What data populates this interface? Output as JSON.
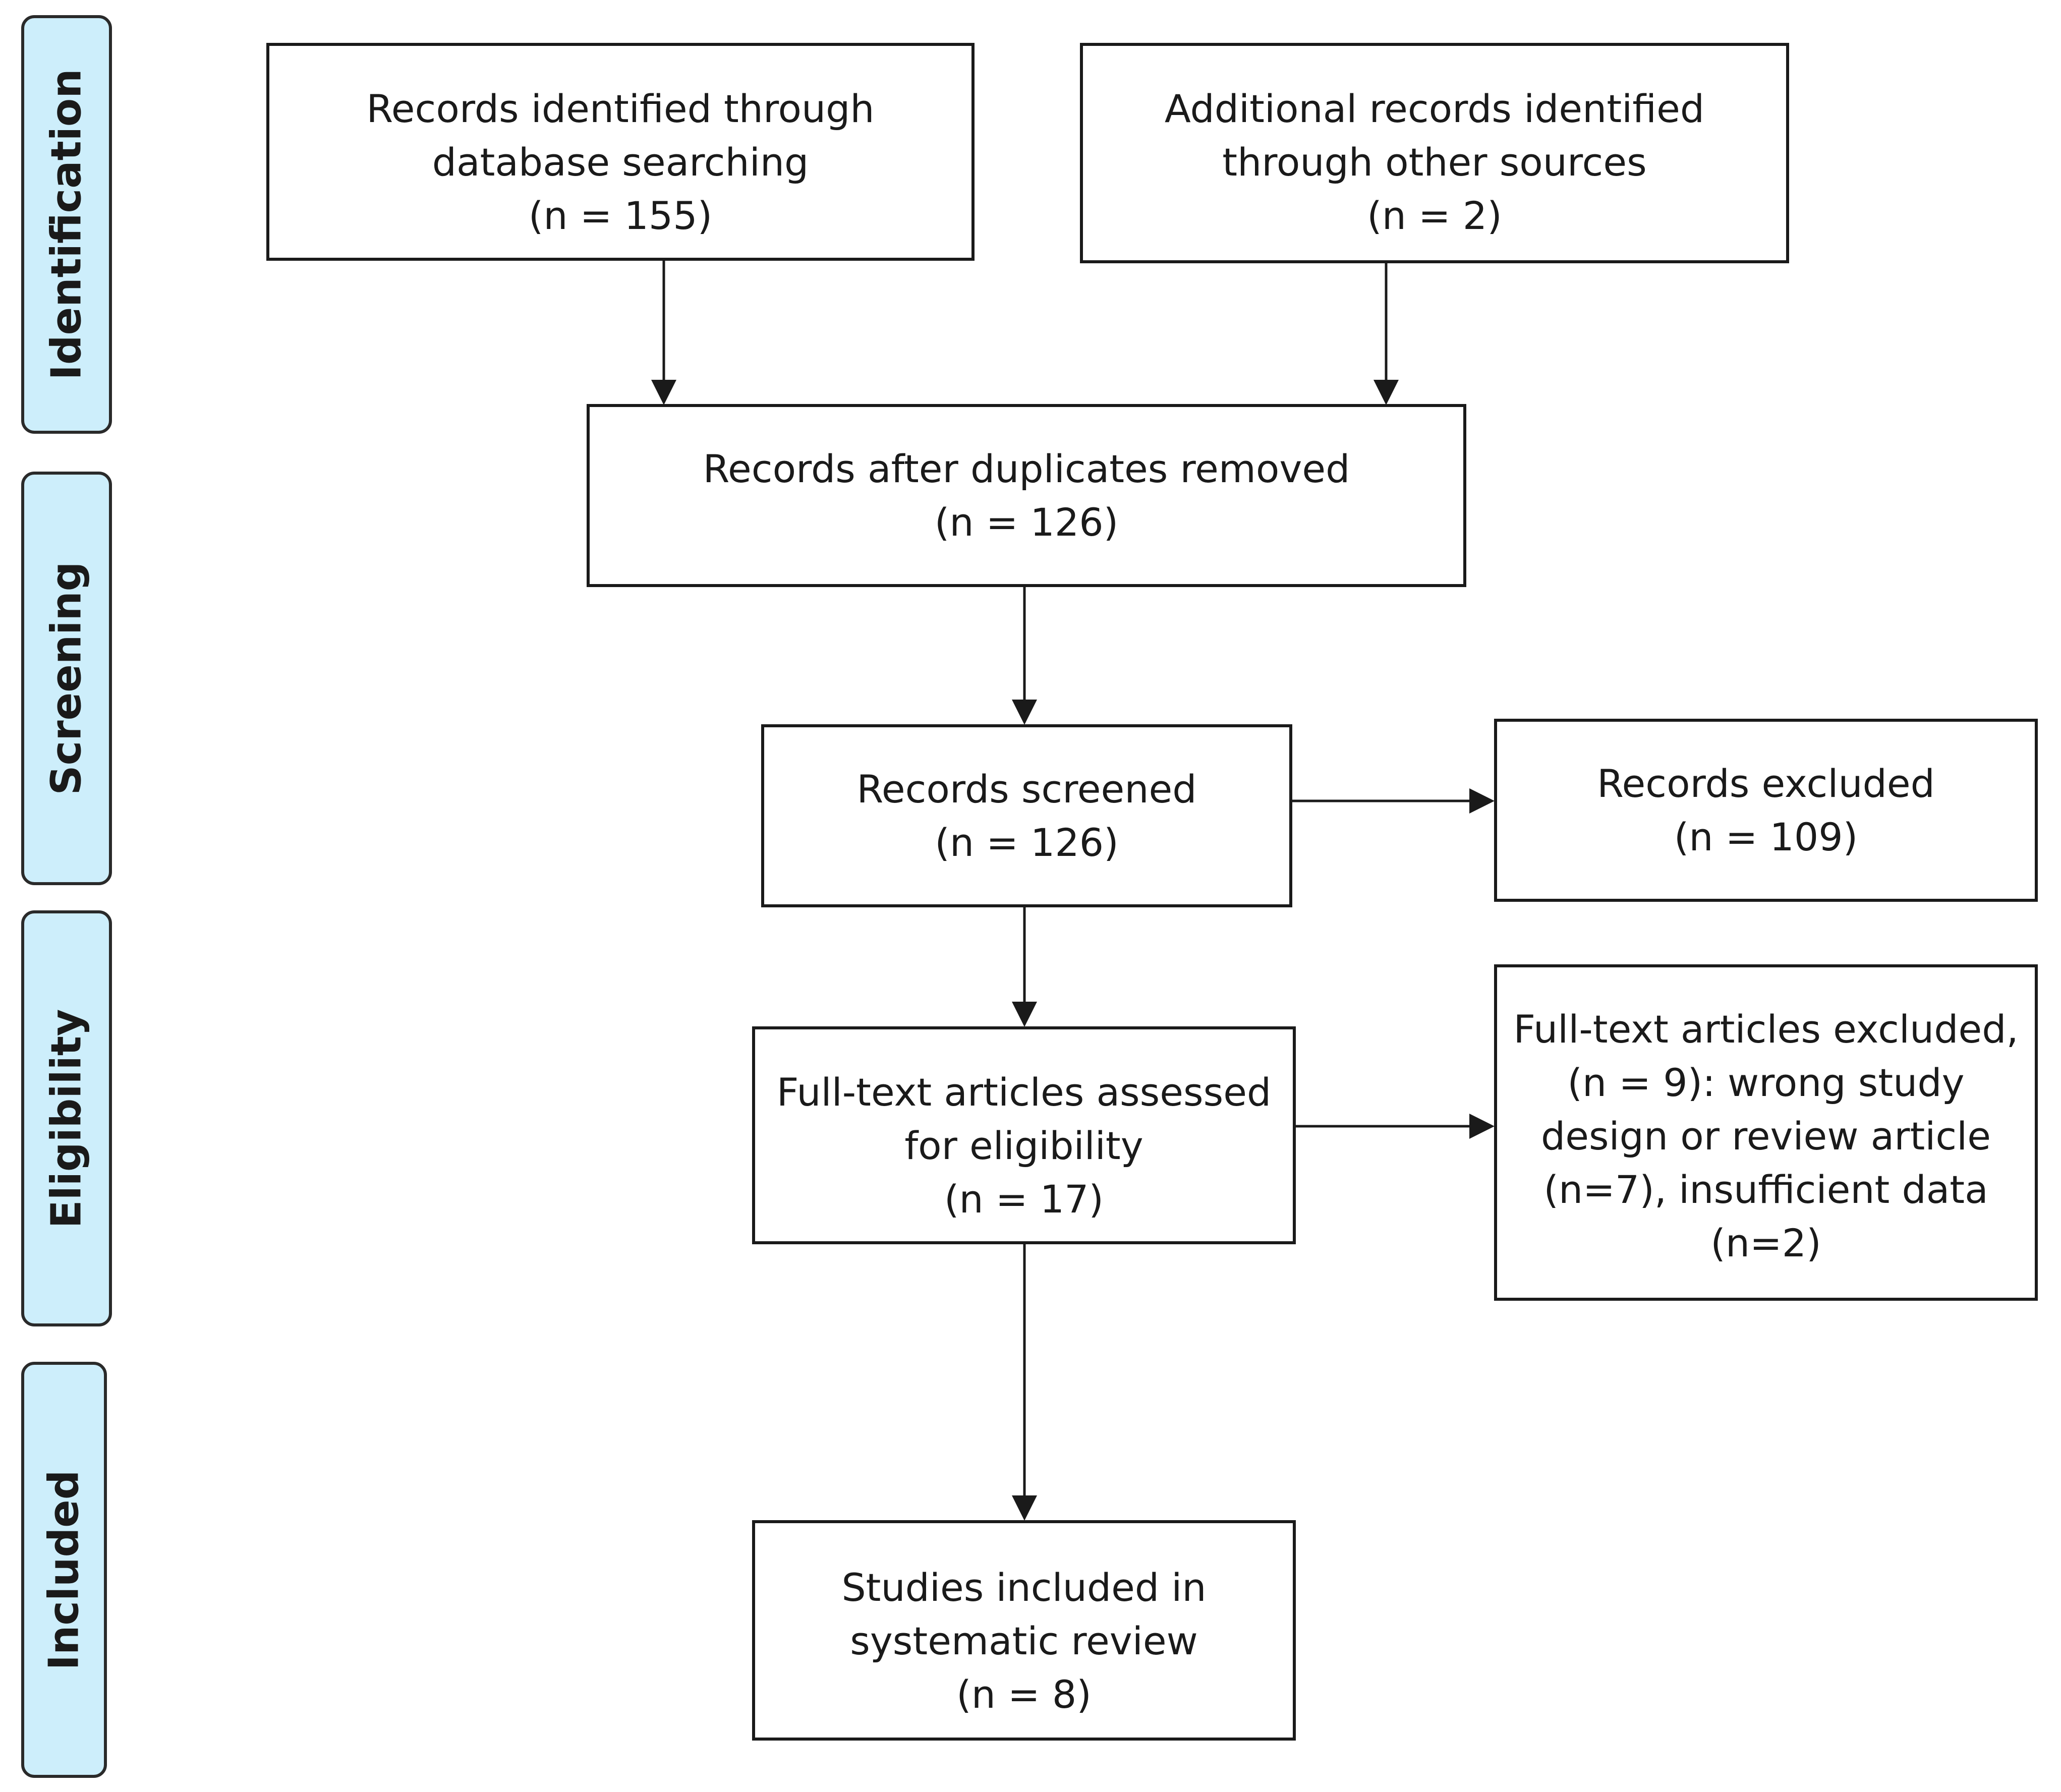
{
  "stages": {
    "identification": "Identification",
    "screening": "Screening",
    "eligibility": "Eligibility",
    "included": "Included"
  },
  "boxes": {
    "database_search": [
      "Records identified through",
      "database searching",
      "(n = 155)"
    ],
    "other_sources": [
      "Additional records identified",
      "through other sources",
      "(n = 2)"
    ],
    "after_duplicates": [
      "Records after duplicates removed",
      "(n = 126)"
    ],
    "screened": [
      "Records screened",
      "(n = 126)"
    ],
    "excluded": [
      "Records excluded",
      "(n = 109)"
    ],
    "fulltext_assessed": [
      "Full-text articles assessed",
      "for eligibility",
      "(n = 17)"
    ],
    "fulltext_excluded": [
      "Full-text articles excluded,",
      "(n = 9): wrong study",
      "design or review article",
      "(n=7), insufficient data",
      "(n=2)"
    ],
    "included": [
      "Studies included in",
      "systematic review",
      "(n = 8)"
    ]
  }
}
